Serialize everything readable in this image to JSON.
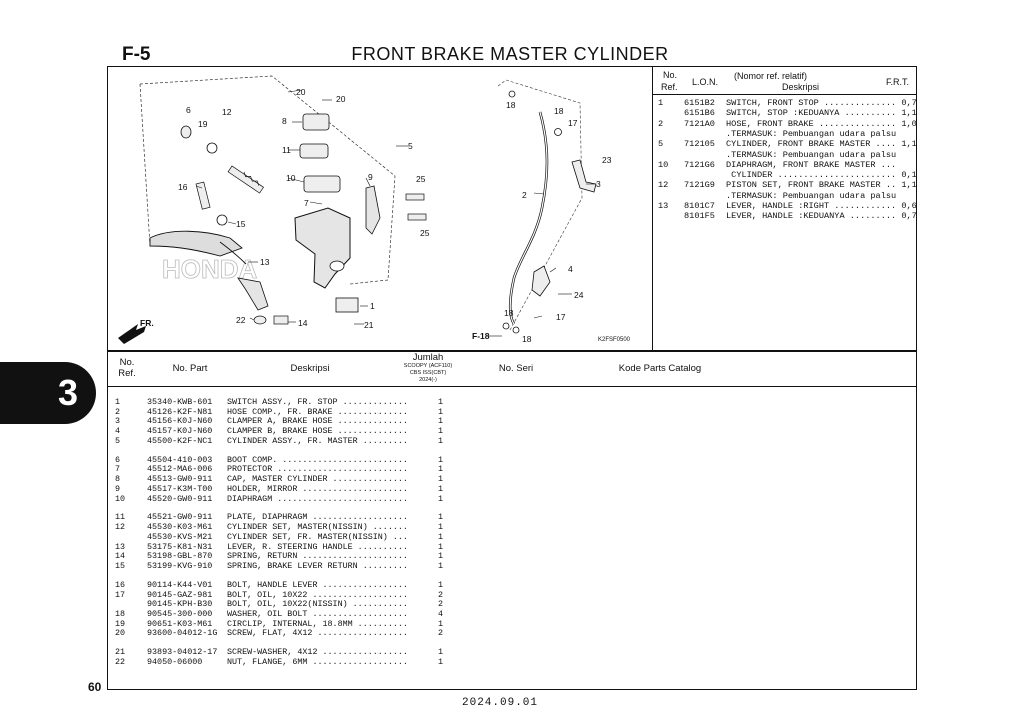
{
  "header": {
    "section_code": "F-5",
    "title": "FRONT BRAKE MASTER CYLINDER"
  },
  "side_tab": {
    "label": "3"
  },
  "page_number": "60",
  "footer_date": "2024.09.01",
  "diagram": {
    "callouts": [
      "1",
      "2",
      "3",
      "4",
      "5",
      "6",
      "7",
      "8",
      "9",
      "10",
      "11",
      "12",
      "13",
      "14",
      "15",
      "16",
      "17",
      "18",
      "19",
      "20",
      "21",
      "22",
      "23",
      "24",
      "25"
    ],
    "arrow_label": "FR.",
    "ref_label": "F-18",
    "image_code": "K2FSF0500",
    "watermark": "HONDA"
  },
  "right_table": {
    "headers": {
      "no_line1": "No.",
      "no_line2": "Ref.",
      "lon": "L.O.N.",
      "desc_line1": "(Nomor ref. relatif)",
      "desc_line2": "Deskripsi",
      "frt": "F.R.T."
    },
    "rows": [
      {
        "ref": "1",
        "lon": "6151B2",
        "desc": "SWITCH, FRONT STOP .............. 0,7"
      },
      {
        "ref": "",
        "lon": "6151B6",
        "desc": "SWITCH, STOP :KEDUANYA .......... 1,1"
      },
      {
        "ref": "2",
        "lon": "7121A0",
        "desc": "HOSE, FRONT BRAKE ............... 1,0"
      },
      {
        "ref": "",
        "lon": "",
        "desc": ".TERMASUK: Pembuangan udara palsu"
      },
      {
        "ref": "5",
        "lon": "712105",
        "desc": "CYLINDER, FRONT BRAKE MASTER .... 1,1"
      },
      {
        "ref": "",
        "lon": "",
        "desc": ".TERMASUK: Pembuangan udara palsu"
      },
      {
        "ref": "10",
        "lon": "7121G6",
        "desc": "DIAPHRAGM, FRONT BRAKE MASTER ..."
      },
      {
        "ref": "",
        "lon": "",
        "desc": " CYLINDER ....................... 0,1"
      },
      {
        "ref": "12",
        "lon": "7121G9",
        "desc": "PISTON SET, FRONT BRAKE MASTER .. 1,1"
      },
      {
        "ref": "",
        "lon": "",
        "desc": ".TERMASUK: Pembuangan udara palsu"
      },
      {
        "ref": "13",
        "lon": "8101C7",
        "desc": "LEVER, HANDLE :RIGHT ............ 0,6"
      },
      {
        "ref": "",
        "lon": "8101F5",
        "desc": "LEVER, HANDLE :KEDUANYA ......... 0,7"
      }
    ]
  },
  "bottom_table": {
    "headers": {
      "no_line1": "No.",
      "no_line2": "Ref.",
      "part_no": "No. Part",
      "desc": "Deskripsi",
      "qty": "Jumlah",
      "qty_sub1": "SCOOPY (ACF110)",
      "qty_sub2": "CBS ISS(CBT)",
      "qty_sub3": "2024(-)",
      "serial": "No. Seri",
      "catalog": "Kode Parts Catalog"
    },
    "groups": [
      [
        {
          "ref": "1",
          "part": "35340-KWB-601",
          "desc": "SWITCH ASSY., FR. STOP .............",
          "qty": "1"
        },
        {
          "ref": "2",
          "part": "45126-K2F-N81",
          "desc": "HOSE COMP., FR. BRAKE ..............",
          "qty": "1"
        },
        {
          "ref": "3",
          "part": "45156-K0J-N60",
          "desc": "CLAMPER A, BRAKE HOSE ..............",
          "qty": "1"
        },
        {
          "ref": "4",
          "part": "45157-K0J-N60",
          "desc": "CLAMPER B, BRAKE HOSE ..............",
          "qty": "1"
        },
        {
          "ref": "5",
          "part": "45500-K2F-NC1",
          "desc": "CYLINDER ASSY., FR. MASTER .........",
          "qty": "1"
        }
      ],
      [
        {
          "ref": "6",
          "part": "45504-410-003",
          "desc": "BOOT COMP. .........................",
          "qty": "1"
        },
        {
          "ref": "7",
          "part": "45512-MA6-006",
          "desc": "PROTECTOR ..........................",
          "qty": "1"
        },
        {
          "ref": "8",
          "part": "45513-GW0-911",
          "desc": "CAP, MASTER CYLINDER ...............",
          "qty": "1"
        },
        {
          "ref": "9",
          "part": "45517-K3M-T00",
          "desc": "HOLDER, MIRROR .....................",
          "qty": "1"
        },
        {
          "ref": "10",
          "part": "45520-GW0-911",
          "desc": "DIAPHRAGM ..........................",
          "qty": "1"
        }
      ],
      [
        {
          "ref": "11",
          "part": "45521-GW0-911",
          "desc": "PLATE, DIAPHRAGM ...................",
          "qty": "1"
        },
        {
          "ref": "12",
          "part": "45530-K03-M61",
          "desc": "CYLINDER SET, MASTER(NISSIN) .......",
          "qty": "1"
        },
        {
          "ref": "",
          "part": "45530-KVS-M21",
          "desc": "CYLINDER SET, FR. MASTER(NISSIN) ...",
          "qty": "1"
        },
        {
          "ref": "13",
          "part": "53175-K81-N31",
          "desc": "LEVER, R. STEERING HANDLE ..........",
          "qty": "1"
        },
        {
          "ref": "14",
          "part": "53198-GBL-870",
          "desc": "SPRING, RETURN .....................",
          "qty": "1"
        },
        {
          "ref": "15",
          "part": "53199-KVG-910",
          "desc": "SPRING, BRAKE LEVER RETURN .........",
          "qty": "1"
        }
      ],
      [
        {
          "ref": "16",
          "part": "90114-K44-V01",
          "desc": "BOLT, HANDLE LEVER .................",
          "qty": "1"
        },
        {
          "ref": "17",
          "part": "90145-GAZ-981",
          "desc": "BOLT, OIL, 10X22 ...................",
          "qty": "2"
        },
        {
          "ref": "",
          "part": "90145-KPH-B30",
          "desc": "BOLT, OIL, 10X22(NISSIN) ...........",
          "qty": "2"
        },
        {
          "ref": "18",
          "part": "90545-300-000",
          "desc": "WASHER, OIL BOLT ...................",
          "qty": "4"
        },
        {
          "ref": "19",
          "part": "90651-K03-M61",
          "desc": "CIRCLIP, INTERNAL, 18.8MM ..........",
          "qty": "1"
        },
        {
          "ref": "20",
          "part": "93600-04012-1G",
          "desc": "SCREW, FLAT, 4X12 ..................",
          "qty": "2"
        }
      ],
      [
        {
          "ref": "21",
          "part": "93893-04012-17",
          "desc": "SCREW-WASHER, 4X12 .................",
          "qty": "1"
        },
        {
          "ref": "22",
          "part": "94050-06000",
          "desc": "NUT, FLANGE, 6MM ...................",
          "qty": "1"
        }
      ]
    ]
  }
}
